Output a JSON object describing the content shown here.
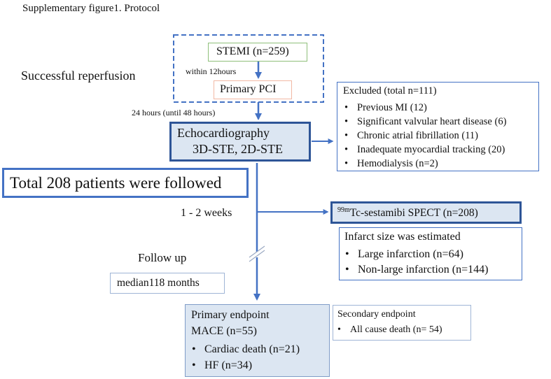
{
  "title": "Supplementary figure1. Protocol",
  "reperfusion_label": "Successful reperfusion",
  "stemi": "STEMI (n=259)",
  "within_label": "within 12hours",
  "pci": "Primary PCI",
  "hours_label": "24 hours (until 48 hours)",
  "echo": {
    "line1": "Echocardiography",
    "line2": "3D-STE, 2D-STE"
  },
  "excluded": {
    "title": "Excluded (total n=111)",
    "items": [
      "Previous MI (12)",
      "Significant valvular heart disease (6)",
      "Chronic atrial fibrillation (11)",
      "Inadequate myocardial tracking (20)",
      "Hemodialysis (n=2)"
    ]
  },
  "total": "Total 208 patients were followed",
  "weeks_label": "1 - 2 weeks",
  "spect": {
    "sup": "99m",
    "text": "Tc-sestamibi  SPECT (n=208)"
  },
  "infarct": {
    "title": "Infarct size was estimated",
    "items": [
      "Large infarction (n=64)",
      "Non-large infarction (n=144)"
    ]
  },
  "followup_label": "Follow up",
  "median": "median118 months",
  "primary": {
    "title": "Primary endpoint",
    "mace": "MACE (n=55)",
    "items": [
      "Cardiac death (n=21)",
      "HF (n=34)"
    ]
  },
  "secondary": {
    "title": "Secondary  endpoint",
    "items": [
      "All cause death (n= 54)"
    ]
  },
  "colors": {
    "arrow": "#4472c4",
    "box_blue": "#2e5597",
    "light_fill": "#dce6f2",
    "dashed": "#4472c4"
  }
}
